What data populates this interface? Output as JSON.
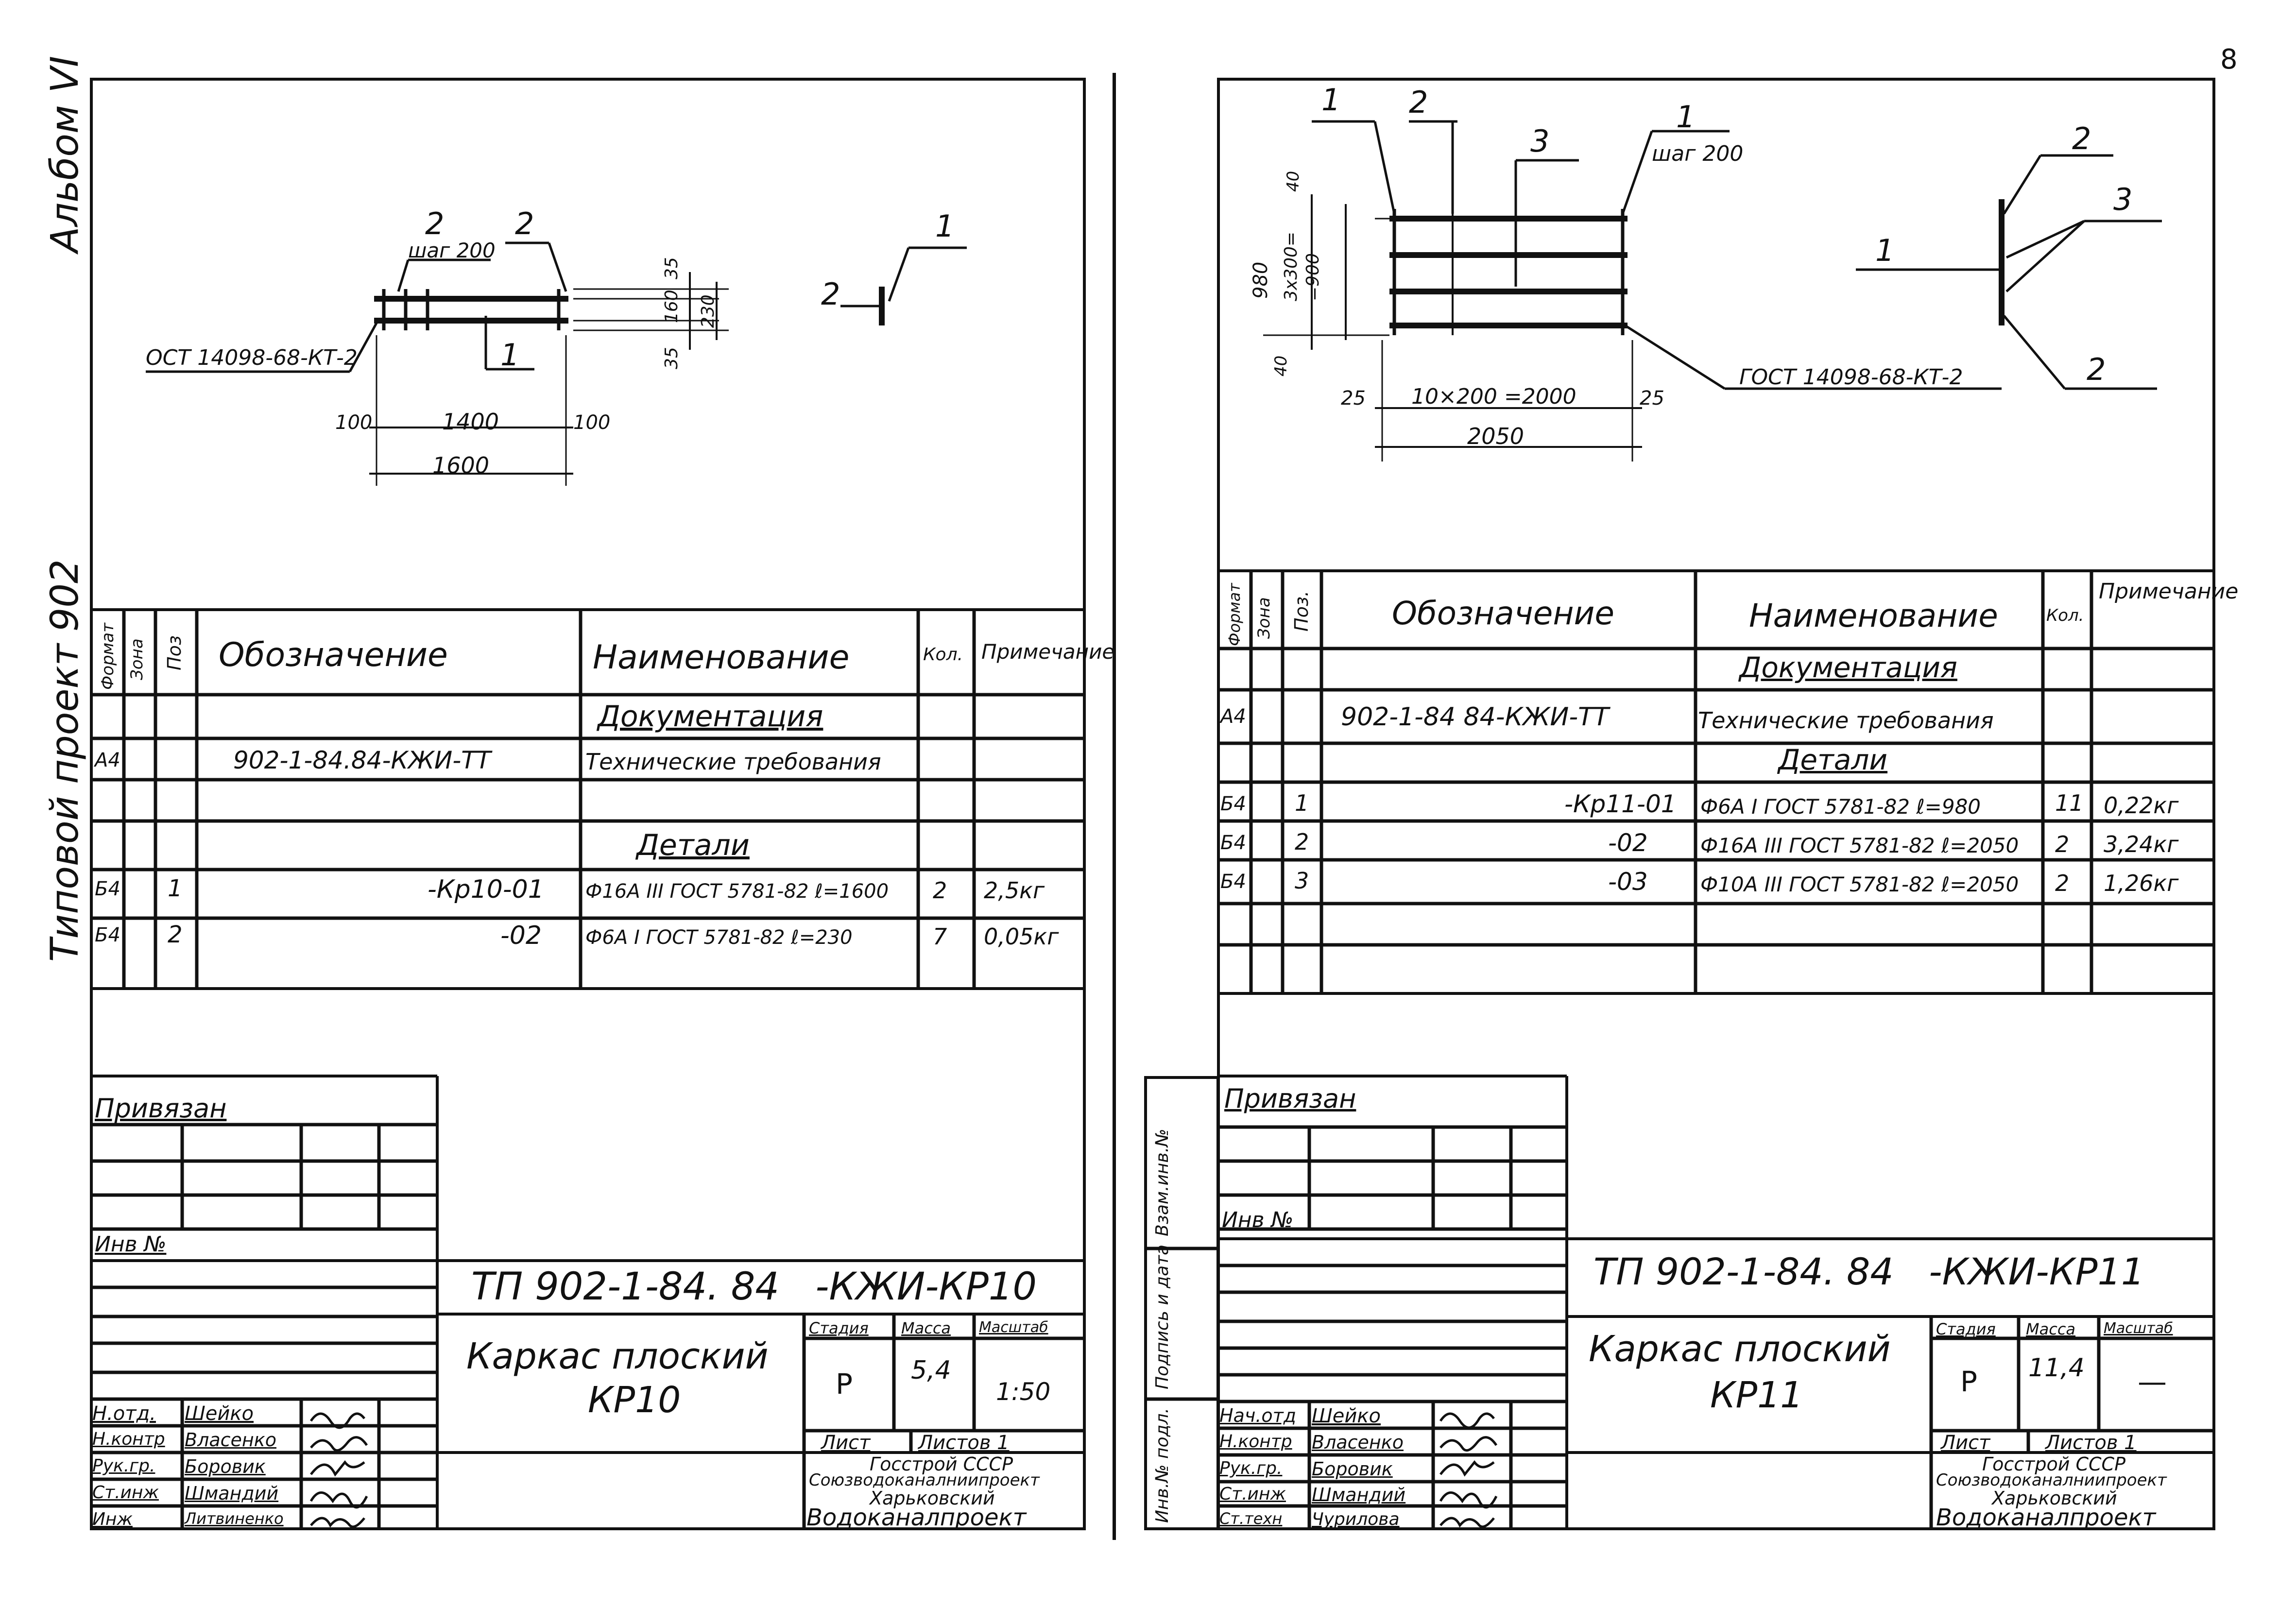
{
  "page_number": "8",
  "side_labels": {
    "album": "Альбом VI",
    "project": "Типовой проект 902"
  },
  "left": {
    "drawing": {
      "callout_1": "1",
      "callout_2a": "2",
      "callout_2b": "2",
      "spacing": "шаг 200",
      "weld": "ОСТ 14098-68-КТ-2",
      "dim_100a": "100",
      "dim_1400": "1400",
      "dim_100b": "100",
      "dim_1600": "1600",
      "dim_35a": "35",
      "dim_160": "160",
      "dim_35b": "35",
      "dim_230": "230",
      "side_1": "1",
      "side_2": "2"
    },
    "spec": {
      "h_format": "Формат",
      "h_zone": "Зона",
      "h_pos": "Поз",
      "h_designation": "Обозначение",
      "h_name": "Наименование",
      "h_qty": "Кол.",
      "h_note": "Примечание",
      "section_docs": "Документация",
      "row_doc_format": "А4",
      "row_doc_designation": "902-1-84.84-КЖИ-ТТ",
      "row_doc_name": "Технические требования",
      "section_parts": "Детали",
      "rows": [
        {
          "format": "Б4",
          "pos": "1",
          "designation": "-Кр10-01",
          "name": "Ф16А III ГОСТ 5781-82 ℓ=1600",
          "qty": "2",
          "note": "2,5кг"
        },
        {
          "format": "Б4",
          "pos": "2",
          "designation": "-02",
          "name": "Ф6А I ГОСТ 5781-82 ℓ=230",
          "qty": "7",
          "note": "0,05кг"
        }
      ]
    },
    "stamp": {
      "linked": "Привязан",
      "inv": "Инв №",
      "code": "ТП 902-1-84. 84   -КЖИ-КР10",
      "title": "Каркас плоский",
      "subtitle": "КР10",
      "h_stage": "Стадия",
      "h_mass": "Масса",
      "h_scale": "Масштаб",
      "stage": "Р",
      "mass": "5,4",
      "scale": "1:50",
      "sheet": "Лист",
      "sheets": "Листов 1",
      "org1": "Госстрой СССР",
      "org2": "Союзводоканалниипроект",
      "org3": "Харьковский",
      "org4": "Водоканалпроект",
      "roles": [
        "Н.отд.",
        "Н.контр",
        "Рук.гр.",
        "Ст.инж",
        "Инж"
      ],
      "names": [
        "Шейко",
        "Власенко",
        "Боровик",
        "Шмандий",
        "Литвиненко"
      ]
    }
  },
  "right": {
    "drawing": {
      "callout_1a": "1",
      "callout_2": "2",
      "callout_3": "3",
      "callout_1b": "1",
      "spacing": "шаг 200",
      "dim_980": "980",
      "dim_40a": "40",
      "dim_3x300": "3х300=",
      "dim_900": "=900",
      "dim_40b": "40",
      "dim_25a": "25",
      "dim_2000": "10×200 =2000",
      "dim_25b": "25",
      "dim_2050": "2050",
      "weld": "ГОСТ 14098-68-КТ-2",
      "side_1": "1",
      "side_2a": "2",
      "side_3": "3",
      "side_2b": "2"
    },
    "spec": {
      "h_format": "Формат",
      "h_zone": "Зона",
      "h_pos": "Поз.",
      "h_designation": "Обозначение",
      "h_name": "Наименование",
      "h_qty": "Кол.",
      "h_note": "Примечание",
      "section_docs": "Документация",
      "row_doc_format": "А4",
      "row_doc_designation": "902-1-84 84-КЖИ-ТТ",
      "row_doc_name": "Технические требования",
      "section_parts": "Детали",
      "rows": [
        {
          "format": "Б4",
          "pos": "1",
          "designation": "-Кр11-01",
          "name": "Ф6А I ГОСТ 5781-82 ℓ=980",
          "qty": "11",
          "note": "0,22кг"
        },
        {
          "format": "Б4",
          "pos": "2",
          "designation": "-02",
          "name": "Ф16А III ГОСТ 5781-82 ℓ=2050",
          "qty": "2",
          "note": "3,24кг"
        },
        {
          "format": "Б4",
          "pos": "3",
          "designation": "-03",
          "name": "Ф10А III ГОСТ 5781-82 ℓ=2050",
          "qty": "2",
          "note": "1,26кг"
        }
      ]
    },
    "stamp": {
      "linked": "Привязан",
      "inv": "Инв №",
      "code": "ТП 902-1-84. 84   -КЖИ-КР11",
      "title": "Каркас плоский",
      "subtitle": "КР11",
      "h_stage": "Стадия",
      "h_mass": "Масса",
      "h_scale": "Масштаб",
      "stage": "Р",
      "mass": "11,4",
      "scale": "—",
      "sheet": "Лист",
      "sheets": "Листов 1",
      "org1": "Госстрой СССР",
      "org2": "Союзводоканалниипроект",
      "org3": "Харьковский",
      "org4": "Водоканалпроект",
      "roles": [
        "Нач.отд",
        "Н.контр",
        "Рук.гр.",
        "Ст.инж",
        "Ст.техн"
      ],
      "names": [
        "Шейко",
        "Власенко",
        "Боровик",
        "Шмандий",
        "Чурилова"
      ],
      "margin_1": "Взам.инв.№",
      "margin_2": "Подпись и дата",
      "margin_3": "Инв.№ подл."
    }
  }
}
